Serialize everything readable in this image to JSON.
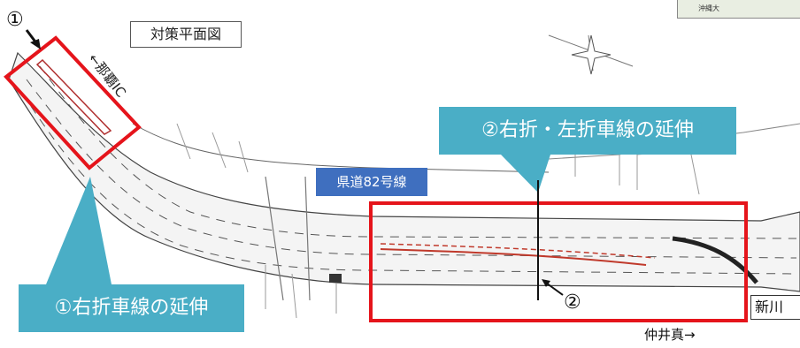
{
  "title": "対策平面図",
  "route_label": "県道82号線",
  "callout_right_turn": "①右折車線の延伸",
  "callout_right_left_turn": "②右折・左折車線の延伸",
  "direction_naha": "←那覇IC",
  "direction_nakaima": "仲井真→",
  "place_shinkawa": "新川",
  "marker_1": "①",
  "marker_2": "②",
  "minimap_label": "沖縄大",
  "colors": {
    "highlight_box": "#e5141b",
    "callout": "#4aaec6",
    "route_label": "#3f6fbf"
  }
}
